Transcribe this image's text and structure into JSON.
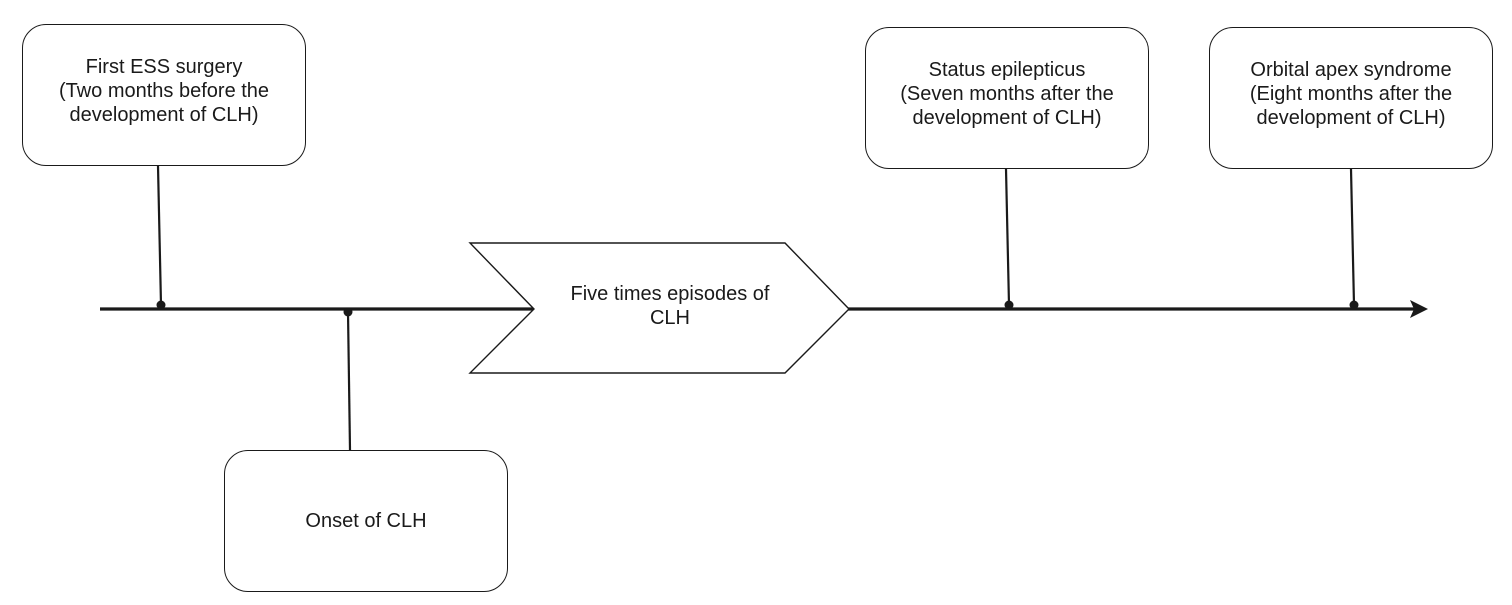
{
  "colors": {
    "stroke": "#1a1a1a",
    "background": "#ffffff"
  },
  "events": {
    "first_ess": {
      "line1": "First ESS surgery",
      "line2": "(Two months before the",
      "line3": "development of CLH)"
    },
    "onset": {
      "line1": "Onset of CLH"
    },
    "episodes": {
      "line1": "Five times episodes of",
      "line2": "CLH"
    },
    "status": {
      "line1": "Status epilepticus",
      "line2": "(Seven months after the",
      "line3": "development of CLH)"
    },
    "orbital": {
      "line1": "Orbital apex syndrome",
      "line2": "(Eight months after the",
      "line3": "development of CLH)"
    }
  }
}
